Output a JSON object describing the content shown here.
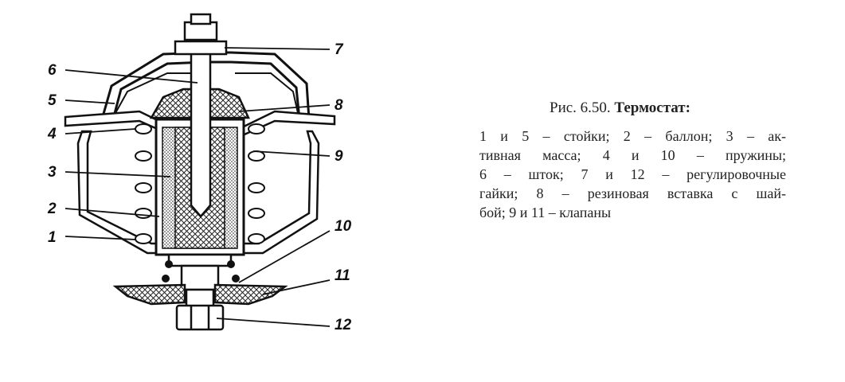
{
  "figure": {
    "callouts": [
      {
        "id": "1",
        "label": "1"
      },
      {
        "id": "2",
        "label": "2"
      },
      {
        "id": "3",
        "label": "3"
      },
      {
        "id": "4",
        "label": "4"
      },
      {
        "id": "5",
        "label": "5"
      },
      {
        "id": "6",
        "label": "6"
      },
      {
        "id": "7",
        "label": "7"
      },
      {
        "id": "8",
        "label": "8"
      },
      {
        "id": "9",
        "label": "9"
      },
      {
        "id": "10",
        "label": "10"
      },
      {
        "id": "11",
        "label": "11"
      },
      {
        "id": "12",
        "label": "12"
      }
    ]
  },
  "caption": {
    "prefix": "Рис. 6.50. ",
    "title": "Термостат:",
    "lines": [
      "1 и 5 – стойки; 2 – баллон; 3 – ак-",
      "тивная масса; 4 и 10 – пружины;",
      "6 – шток; 7 и 12 – регулировочные",
      "гайки; 8 – резиновая вставка с шай-",
      "бой; 9 и 11 – клапаны"
    ]
  }
}
